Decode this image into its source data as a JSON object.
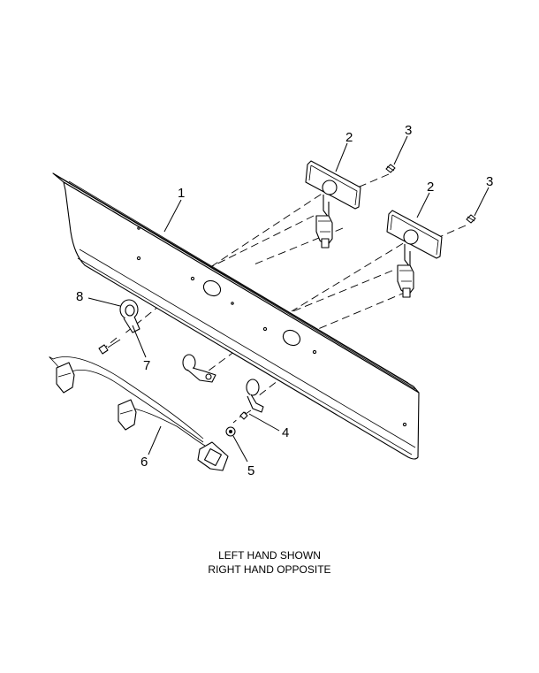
{
  "callouts": {
    "c1": "1",
    "c2a": "2",
    "c3a": "3",
    "c2b": "2",
    "c3b": "3",
    "c4": "4",
    "c5": "5",
    "c6": "6",
    "c7": "7",
    "c8": "8"
  },
  "caption": {
    "line1": "LEFT HAND SHOWN",
    "line2": "RIGHT HAND OPPOSITE"
  }
}
